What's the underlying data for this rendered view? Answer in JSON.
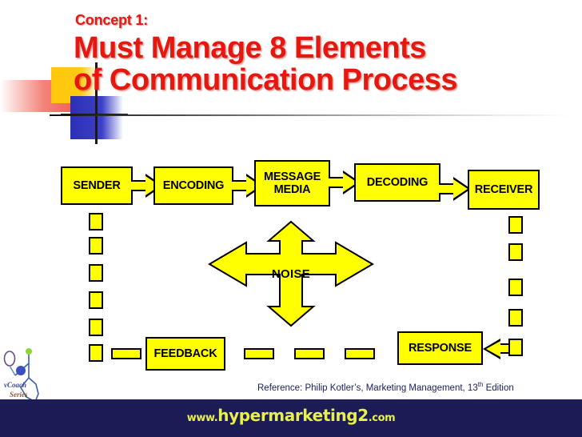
{
  "slide": {
    "concept_label": "Concept 1:",
    "title_line1": "Must Manage 8 Elements",
    "title_line2": "of Communication Process",
    "title_color": "#e4180f",
    "accent_box_color": "#ffff00",
    "footer_bg_color": "#1b1b55",
    "reference_color": "#1b2060"
  },
  "diagram": {
    "type": "communication-process-flow",
    "boxes": [
      {
        "id": "sender",
        "label": "SENDER"
      },
      {
        "id": "encoding",
        "label": "ENCODING"
      },
      {
        "id": "message",
        "label": "MESSAGE MEDIA",
        "line1": "MESSAGE",
        "line2": "MEDIA"
      },
      {
        "id": "decoding",
        "label": "DECODING"
      },
      {
        "id": "receiver",
        "label": "RECEIVER"
      },
      {
        "id": "noise",
        "label": "NOISE"
      },
      {
        "id": "feedback",
        "label": "FEEDBACK"
      },
      {
        "id": "response",
        "label": "RESPONSE"
      }
    ],
    "flow_order": [
      "SENDER",
      "ENCODING",
      "MESSAGE MEDIA",
      "DECODING",
      "RECEIVER"
    ],
    "return_path": [
      "RECEIVER",
      "RESPONSE",
      "FEEDBACK",
      "SENDER"
    ]
  },
  "reference": {
    "prefix": "Reference: Philip Kotler’s, Marketing Management, 13",
    "superscript": "th",
    "suffix": " Edition"
  },
  "footer": {
    "url_prefix": "www.",
    "url_main": "hypermarketing2",
    "url_suffix": ".com"
  },
  "logo": {
    "line1": "vCoach",
    "line2": "Series"
  }
}
